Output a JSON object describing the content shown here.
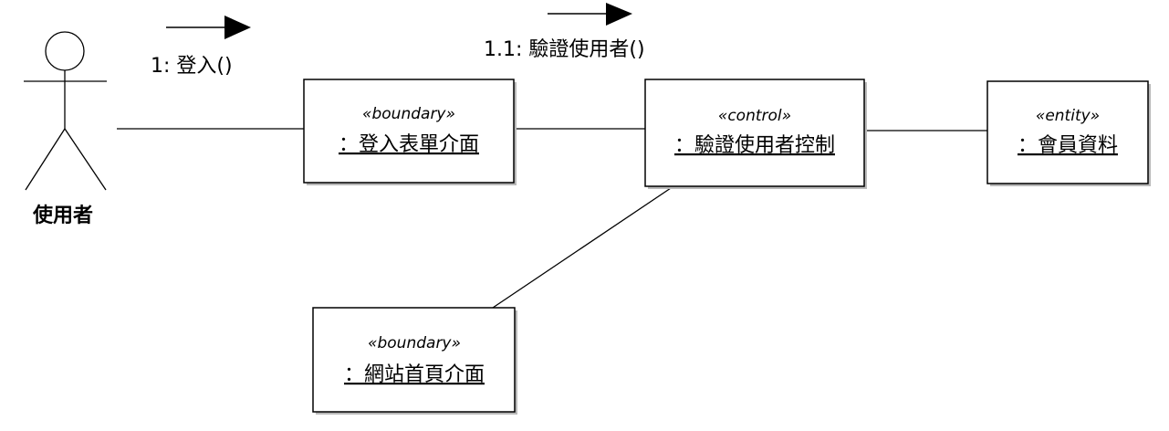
{
  "actor": {
    "name": "使用者"
  },
  "objects": {
    "login_form": {
      "stereotype": "«boundary»",
      "name": "：登入表單介面"
    },
    "auth_control": {
      "stereotype": "«control»",
      "name": "：驗證使用者控制"
    },
    "member_data": {
      "stereotype": "«entity»",
      "name": "：會員資料"
    },
    "homepage": {
      "stereotype": "«boundary»",
      "name": "：網站首頁介面"
    }
  },
  "messages": {
    "login": "1: 登入()",
    "verify": "1.1: 驗證使用者()"
  },
  "colors": {
    "stroke": "#000000",
    "box_fill": "#ffffff",
    "shadow": "#b9b9b9"
  }
}
